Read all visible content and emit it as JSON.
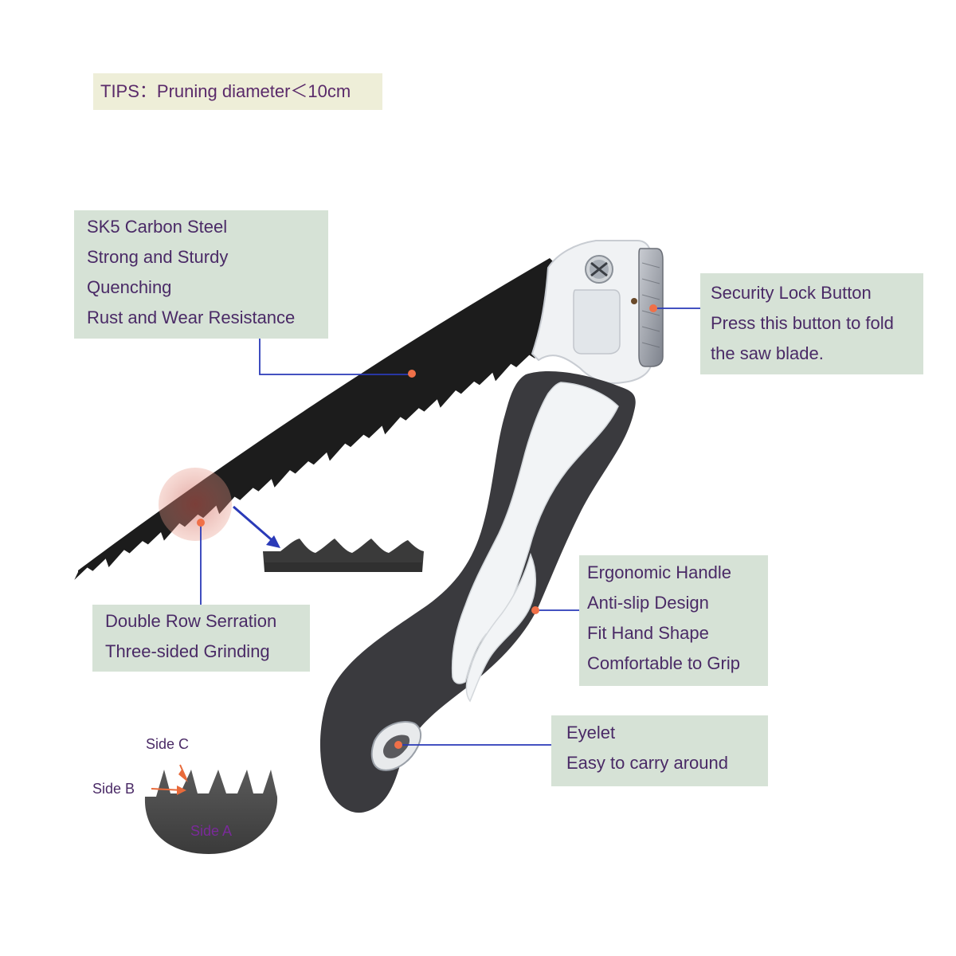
{
  "tips": "TIPS：Pruning diameter＜10cm",
  "features": {
    "blade": [
      "SK5 Carbon Steel",
      "Strong and Sturdy",
      "Quenching",
      "Rust and Wear Resistance"
    ],
    "lock": [
      "Security Lock Button",
      "Press this button to fold",
      "the saw blade."
    ],
    "serration": [
      "Double Row Serration",
      "Three-sided Grinding"
    ],
    "handle": [
      "Ergonomic Handle",
      "Anti-slip Design",
      "Fit Hand Shape",
      "Comfortable to Grip"
    ],
    "eyelet": [
      "Eyelet",
      "Easy to carry around"
    ]
  },
  "sides": {
    "c": "Side C",
    "b": "Side B",
    "a": "Side A"
  },
  "colors": {
    "label_bg": "#d6e2d6",
    "tips_bg": "#eeeed8",
    "text": "#4a2a66",
    "marker": "#f07048",
    "leader_line": "#2a3ab8",
    "blade": "#1e1e1e",
    "handle_grip": "#3a3a3e",
    "handle_white": "#f2f4f6"
  }
}
